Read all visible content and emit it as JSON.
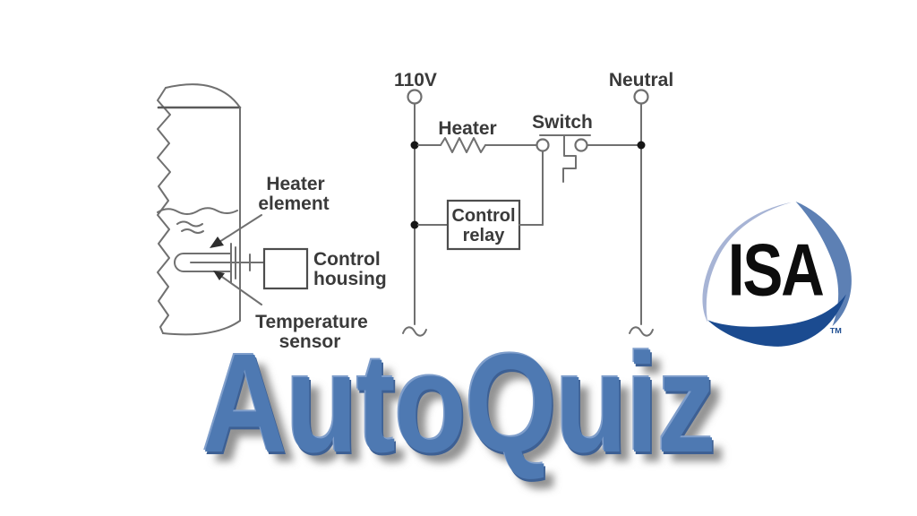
{
  "slide": {
    "background": "#ffffff",
    "wordmark": {
      "text": "AutoQuiz",
      "color": "#4e79b2",
      "bevel_highlight": "#7f9ecb",
      "bevel_shade": "#3d6094",
      "shadow_color": "#6e6e6e"
    }
  },
  "heater_diagram": {
    "labels": {
      "heater_element_line1": "Heater",
      "heater_element_line2": "element",
      "control_housing_line1": "Control",
      "control_housing_line2": "housing",
      "temperature_sensor_line1": "Temperature",
      "temperature_sensor_line2": "sensor"
    },
    "colors": {
      "line": "#707070",
      "text": "#3a3a3a"
    }
  },
  "circuit_diagram": {
    "labels": {
      "supply_voltage": "110V",
      "heater": "Heater",
      "switch": "Switch",
      "neutral": "Neutral",
      "control_relay_line1": "Control",
      "control_relay_line2": "relay"
    },
    "colors": {
      "line": "#707070",
      "text": "#3a3a3a",
      "junction_dot": "#161616"
    }
  },
  "isa_logo": {
    "wordmark": "ISA",
    "trademark": "TM",
    "colors": {
      "light_arc": "#a7b4d5",
      "mid_arc": "#5d80b4",
      "dark_arc": "#1b4b90",
      "wordmark": "#0d0d0d"
    }
  }
}
